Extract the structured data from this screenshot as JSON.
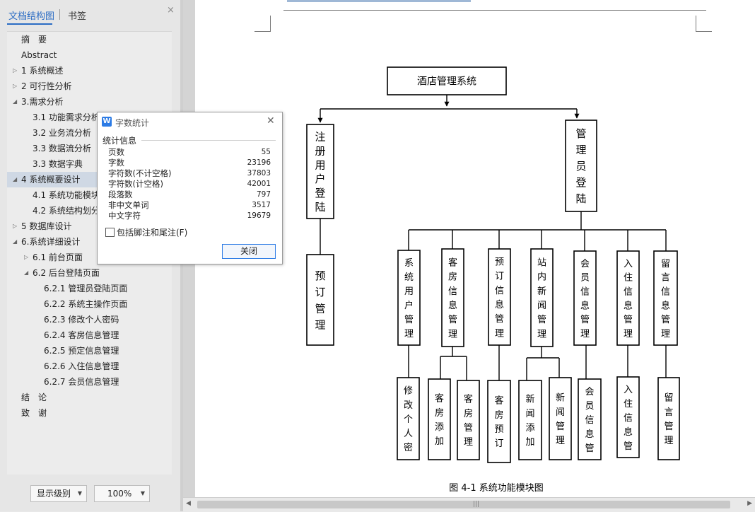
{
  "nav": {
    "tab_outline": "文档结构图",
    "tab_bookmark": "书签",
    "close": "×",
    "items": [
      {
        "label": "摘　要",
        "arrow": ""
      },
      {
        "label": "Abstract",
        "arrow": ""
      },
      {
        "label": "1  系统概述",
        "arrow": "▷"
      },
      {
        "label": "2  可行性分析",
        "arrow": "▷"
      },
      {
        "label": "3.需求分析",
        "arrow": "◢"
      },
      {
        "label": "3.1  功能需求分析",
        "arrow": ""
      },
      {
        "label": "3.2  业务流分析",
        "arrow": ""
      },
      {
        "label": "3.3  数据流分析",
        "arrow": ""
      },
      {
        "label": "3.3  数据字典",
        "arrow": ""
      },
      {
        "label": "4  系统概要设计",
        "arrow": "◢"
      },
      {
        "label": "4.1  系统功能模块",
        "arrow": ""
      },
      {
        "label": "4.2  系统结构划分",
        "arrow": ""
      },
      {
        "label": "5  数据库设计",
        "arrow": "▷"
      },
      {
        "label": "6.系统详细设计",
        "arrow": "◢"
      },
      {
        "label": "6.1  前台页面",
        "arrow": "▷"
      },
      {
        "label": "6.2  后台登陆页面",
        "arrow": "◢"
      },
      {
        "label": "6.2.1 管理员登陆页面",
        "arrow": ""
      },
      {
        "label": "6.2.2 系统主操作页面",
        "arrow": ""
      },
      {
        "label": "6.2.3  修改个人密码",
        "arrow": ""
      },
      {
        "label": "6.2.4  客房信息管理",
        "arrow": ""
      },
      {
        "label": "6.2.5  预定信息管理",
        "arrow": ""
      },
      {
        "label": "6.2.6  入住信息管理",
        "arrow": ""
      },
      {
        "label": "6.2.7  会员信息管理",
        "arrow": ""
      },
      {
        "label": "结　论",
        "arrow": ""
      },
      {
        "label": "致　谢",
        "arrow": ""
      }
    ],
    "level_select": "显示级别",
    "zoom_select": "100%",
    "select_caret": "▼"
  },
  "dialog": {
    "icon": "W",
    "title": "字数统计",
    "close": "✕",
    "group_label": "统计信息",
    "stats": [
      {
        "label": "页数",
        "value": "55"
      },
      {
        "label": "字数",
        "value": "23196"
      },
      {
        "label": "字符数(不计空格)",
        "value": "37803"
      },
      {
        "label": "字符数(计空格)",
        "value": "42001"
      },
      {
        "label": "段落数",
        "value": "797"
      },
      {
        "label": "非中文单词",
        "value": "3517"
      },
      {
        "label": "中文字符",
        "value": "19679"
      }
    ],
    "checkbox_label": "包括脚注和尾注(F)",
    "close_button": "关闭"
  },
  "diagram": {
    "root": "酒店管理系统",
    "left_branch": "注册用户登陆",
    "right_branch": "管理员登陆",
    "left_child": "预订管理",
    "modules": [
      "系统用户管理",
      "客房信息管理",
      "预订信息管理",
      "站内新闻管理",
      "会员信息管理",
      "入住信息管理",
      "留言信息管理"
    ],
    "leaves": [
      "修改个人密",
      "客房添加",
      "客房管理",
      "客房预订",
      "新闻添加",
      "新闻管理",
      "会员信息管",
      "入住信息管",
      "留言管理"
    ],
    "caption": "图 4-1   系统功能模块图"
  },
  "scrollbar": {
    "left": "◀",
    "right": "▶",
    "grip": "|||"
  }
}
